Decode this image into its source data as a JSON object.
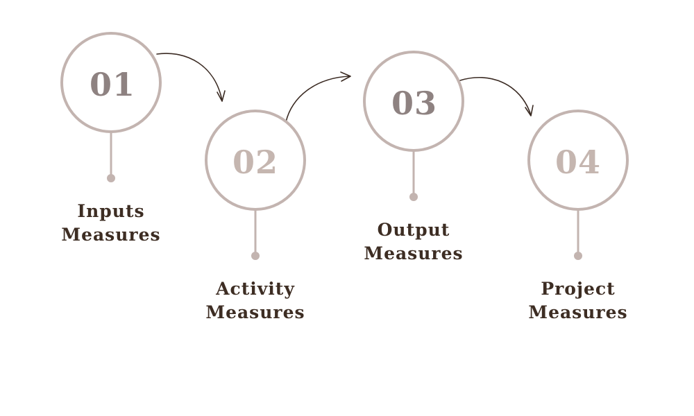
{
  "colors": {
    "ring": "#c3b4b0",
    "connector": "#3a2a22"
  },
  "steps": [
    {
      "number": "01",
      "label_line1": "Inputs",
      "label_line2": "Measures",
      "number_color": "#8e8281",
      "label_color": "#3d2d23"
    },
    {
      "number": "02",
      "label_line1": "Activity",
      "label_line2": "Measures",
      "number_color": "#c5b6b0",
      "label_color": "#3d2d23"
    },
    {
      "number": "03",
      "label_line1": "Output",
      "label_line2": "Measures",
      "number_color": "#8e8281",
      "label_color": "#3d2d23"
    },
    {
      "number": "04",
      "label_line1": "Project",
      "label_line2": "Measures",
      "number_color": "#c5b6b0",
      "label_color": "#3d2d23"
    }
  ]
}
